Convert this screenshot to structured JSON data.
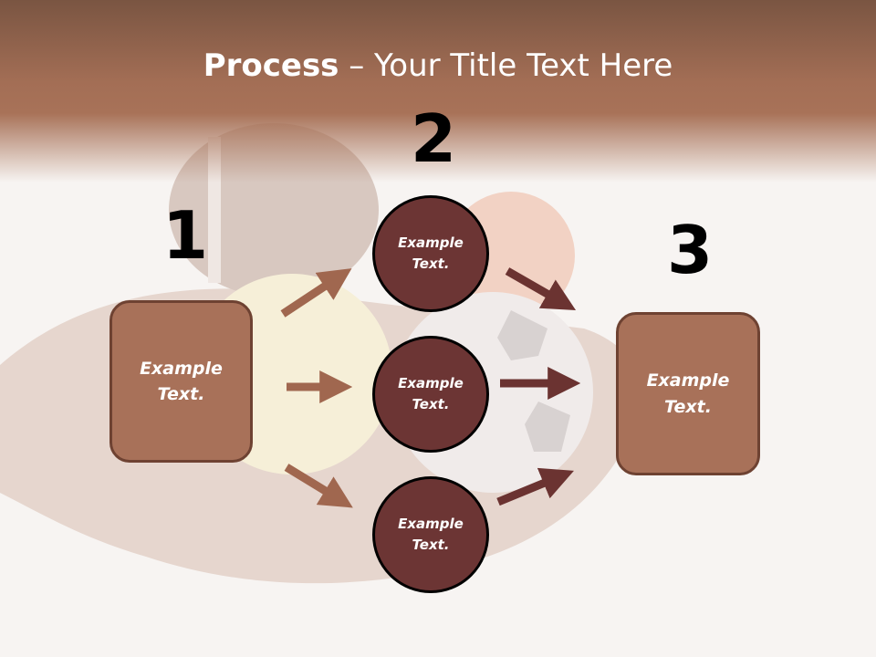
{
  "slide": {
    "title_bold": "Process",
    "title_rest": " – Your Title Text Here",
    "steps": [
      {
        "number": "1",
        "label": "Example\nText."
      },
      {
        "number": "2",
        "circles": [
          "Example\nText.",
          "Example\nText.",
          "Example\nText."
        ]
      },
      {
        "number": "3",
        "label": "Example\nText."
      }
    ]
  },
  "colors": {
    "header": "#a36e55",
    "box_fill": "#a87159",
    "circle_fill": "#6c3534",
    "arrow_light": "#a0674f",
    "arrow_dark": "#6b3331"
  }
}
